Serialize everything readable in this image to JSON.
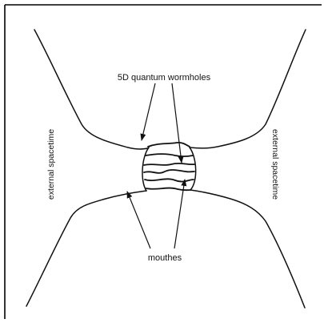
{
  "labels": {
    "top_annotation": "5D quantum wormholes",
    "bottom_annotation": "mouthes",
    "left_region": "external spacetime",
    "right_region": "external spacetime"
  },
  "colors": {
    "ink": "#111111",
    "frame": "#000000",
    "background": "#ffffff"
  }
}
